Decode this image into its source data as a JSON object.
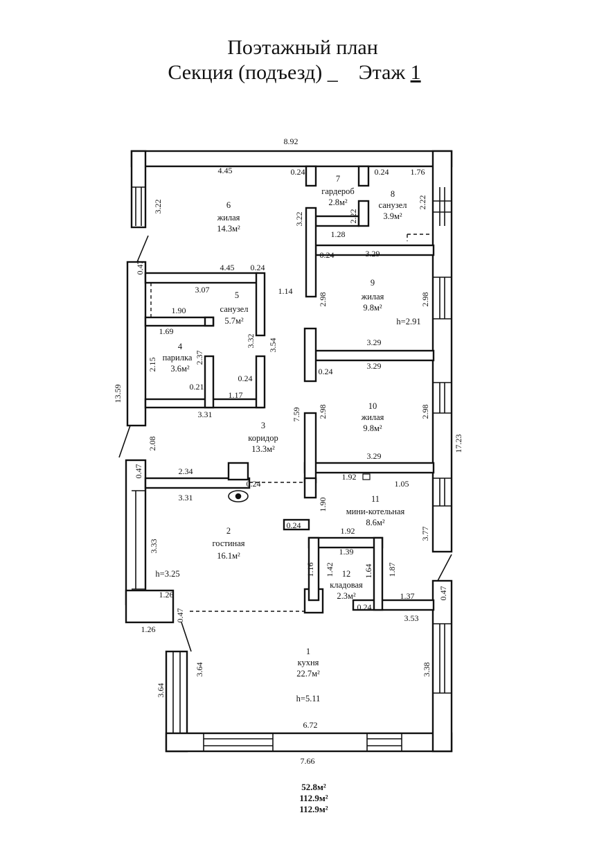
{
  "header": {
    "title": "Поэтажный план",
    "subtitle_prefix": "Секция (подъезд) _",
    "floor_label": "Этаж",
    "floor_number": "1"
  },
  "rooms": [
    {
      "number": "1",
      "name": "кухня",
      "area": "22.7м²",
      "height": "h=5.11"
    },
    {
      "number": "2",
      "name": "гостиная",
      "area": "16.1м²",
      "height": "h=3.25"
    },
    {
      "number": "3",
      "name": "коридор",
      "area": "13.3м²"
    },
    {
      "number": "4",
      "name": "парилка",
      "area": "3.6м²"
    },
    {
      "number": "5",
      "name": "санузел",
      "area": "5.7м²"
    },
    {
      "number": "6",
      "name": "жилая",
      "area": "14.3м²"
    },
    {
      "number": "7",
      "name": "гардероб",
      "area": "2.8м²"
    },
    {
      "number": "8",
      "name": "санузел",
      "area": "3.9м²"
    },
    {
      "number": "9",
      "name": "жилая",
      "area": "9.8м²",
      "height": "h=2.91"
    },
    {
      "number": "10",
      "name": "жилая",
      "area": "9.8м²"
    },
    {
      "number": "11",
      "name": "мини-котельная",
      "area": "8.6м²"
    },
    {
      "number": "12",
      "name": "кладовая",
      "area": "2.3м²"
    }
  ],
  "dimensions": {
    "top_overall": "8.92",
    "top_wall_6": "4.45",
    "wall_024_a": "0.24",
    "wall_024_b": "0.24",
    "wall_176": "1.76",
    "right_222": "2.22",
    "closet_222": "2.22",
    "room6_322": "3.22",
    "left_322": "3.22",
    "w_128": "1.28",
    "w_329_a": "3.29",
    "w_024_c": "0.24",
    "w_047_a": "0.47",
    "w_445": "4.45",
    "w_024_d": "0.24",
    "w_307": "3.07",
    "w_114": "1.14",
    "r9_298_l": "2.98",
    "r9_298_r": "2.98",
    "w_190_a": "1.90",
    "w_169": "1.69",
    "w_332": "3.32",
    "w_354": "3.54",
    "w_329_b": "3.29",
    "w_215": "2.15",
    "w_237": "2.37",
    "w_329_c": "3.29",
    "w_024_e": "0.24",
    "w_024_f": "0.24",
    "w_021": "0.21",
    "w_117": "1.17",
    "left_1359": "13.59",
    "w_331_a": "3.31",
    "w_759": "7.59",
    "r10_298_l": "2.98",
    "r10_298_r": "2.98",
    "w_208": "2.08",
    "right_1723": "17.23",
    "w_329_d": "3.29",
    "w_047_b": "0.47",
    "w_234": "2.34",
    "w_024_g": "0.24",
    "w_192_a": "1.92",
    "w_105": "1.05",
    "w_331_b": "3.31",
    "w_190_b": "1.90",
    "w_024_h": "0.24",
    "w_192_b": "1.92",
    "w_377": "3.77",
    "w_333": "3.33",
    "w_139": "1.39",
    "w_116": "1.16",
    "w_142": "1.42",
    "w_164": "1.64",
    "w_187": "1.87",
    "w_047_c": "0.47",
    "w_126_a": "1.26",
    "w_137": "1.37",
    "w_024_i": "0.24",
    "w_047_d": "0.47",
    "w_126_b": "1.26",
    "w_353": "3.53",
    "w_364_a": "3.64",
    "w_364_b": "3.64",
    "w_338": "3.38",
    "w_672": "6.72",
    "bottom_766": "7.66"
  },
  "totals": [
    "52.8м²",
    "112.9м²",
    "112.9м²"
  ],
  "colors": {
    "ink": "#111111",
    "paper": "#ffffff"
  }
}
